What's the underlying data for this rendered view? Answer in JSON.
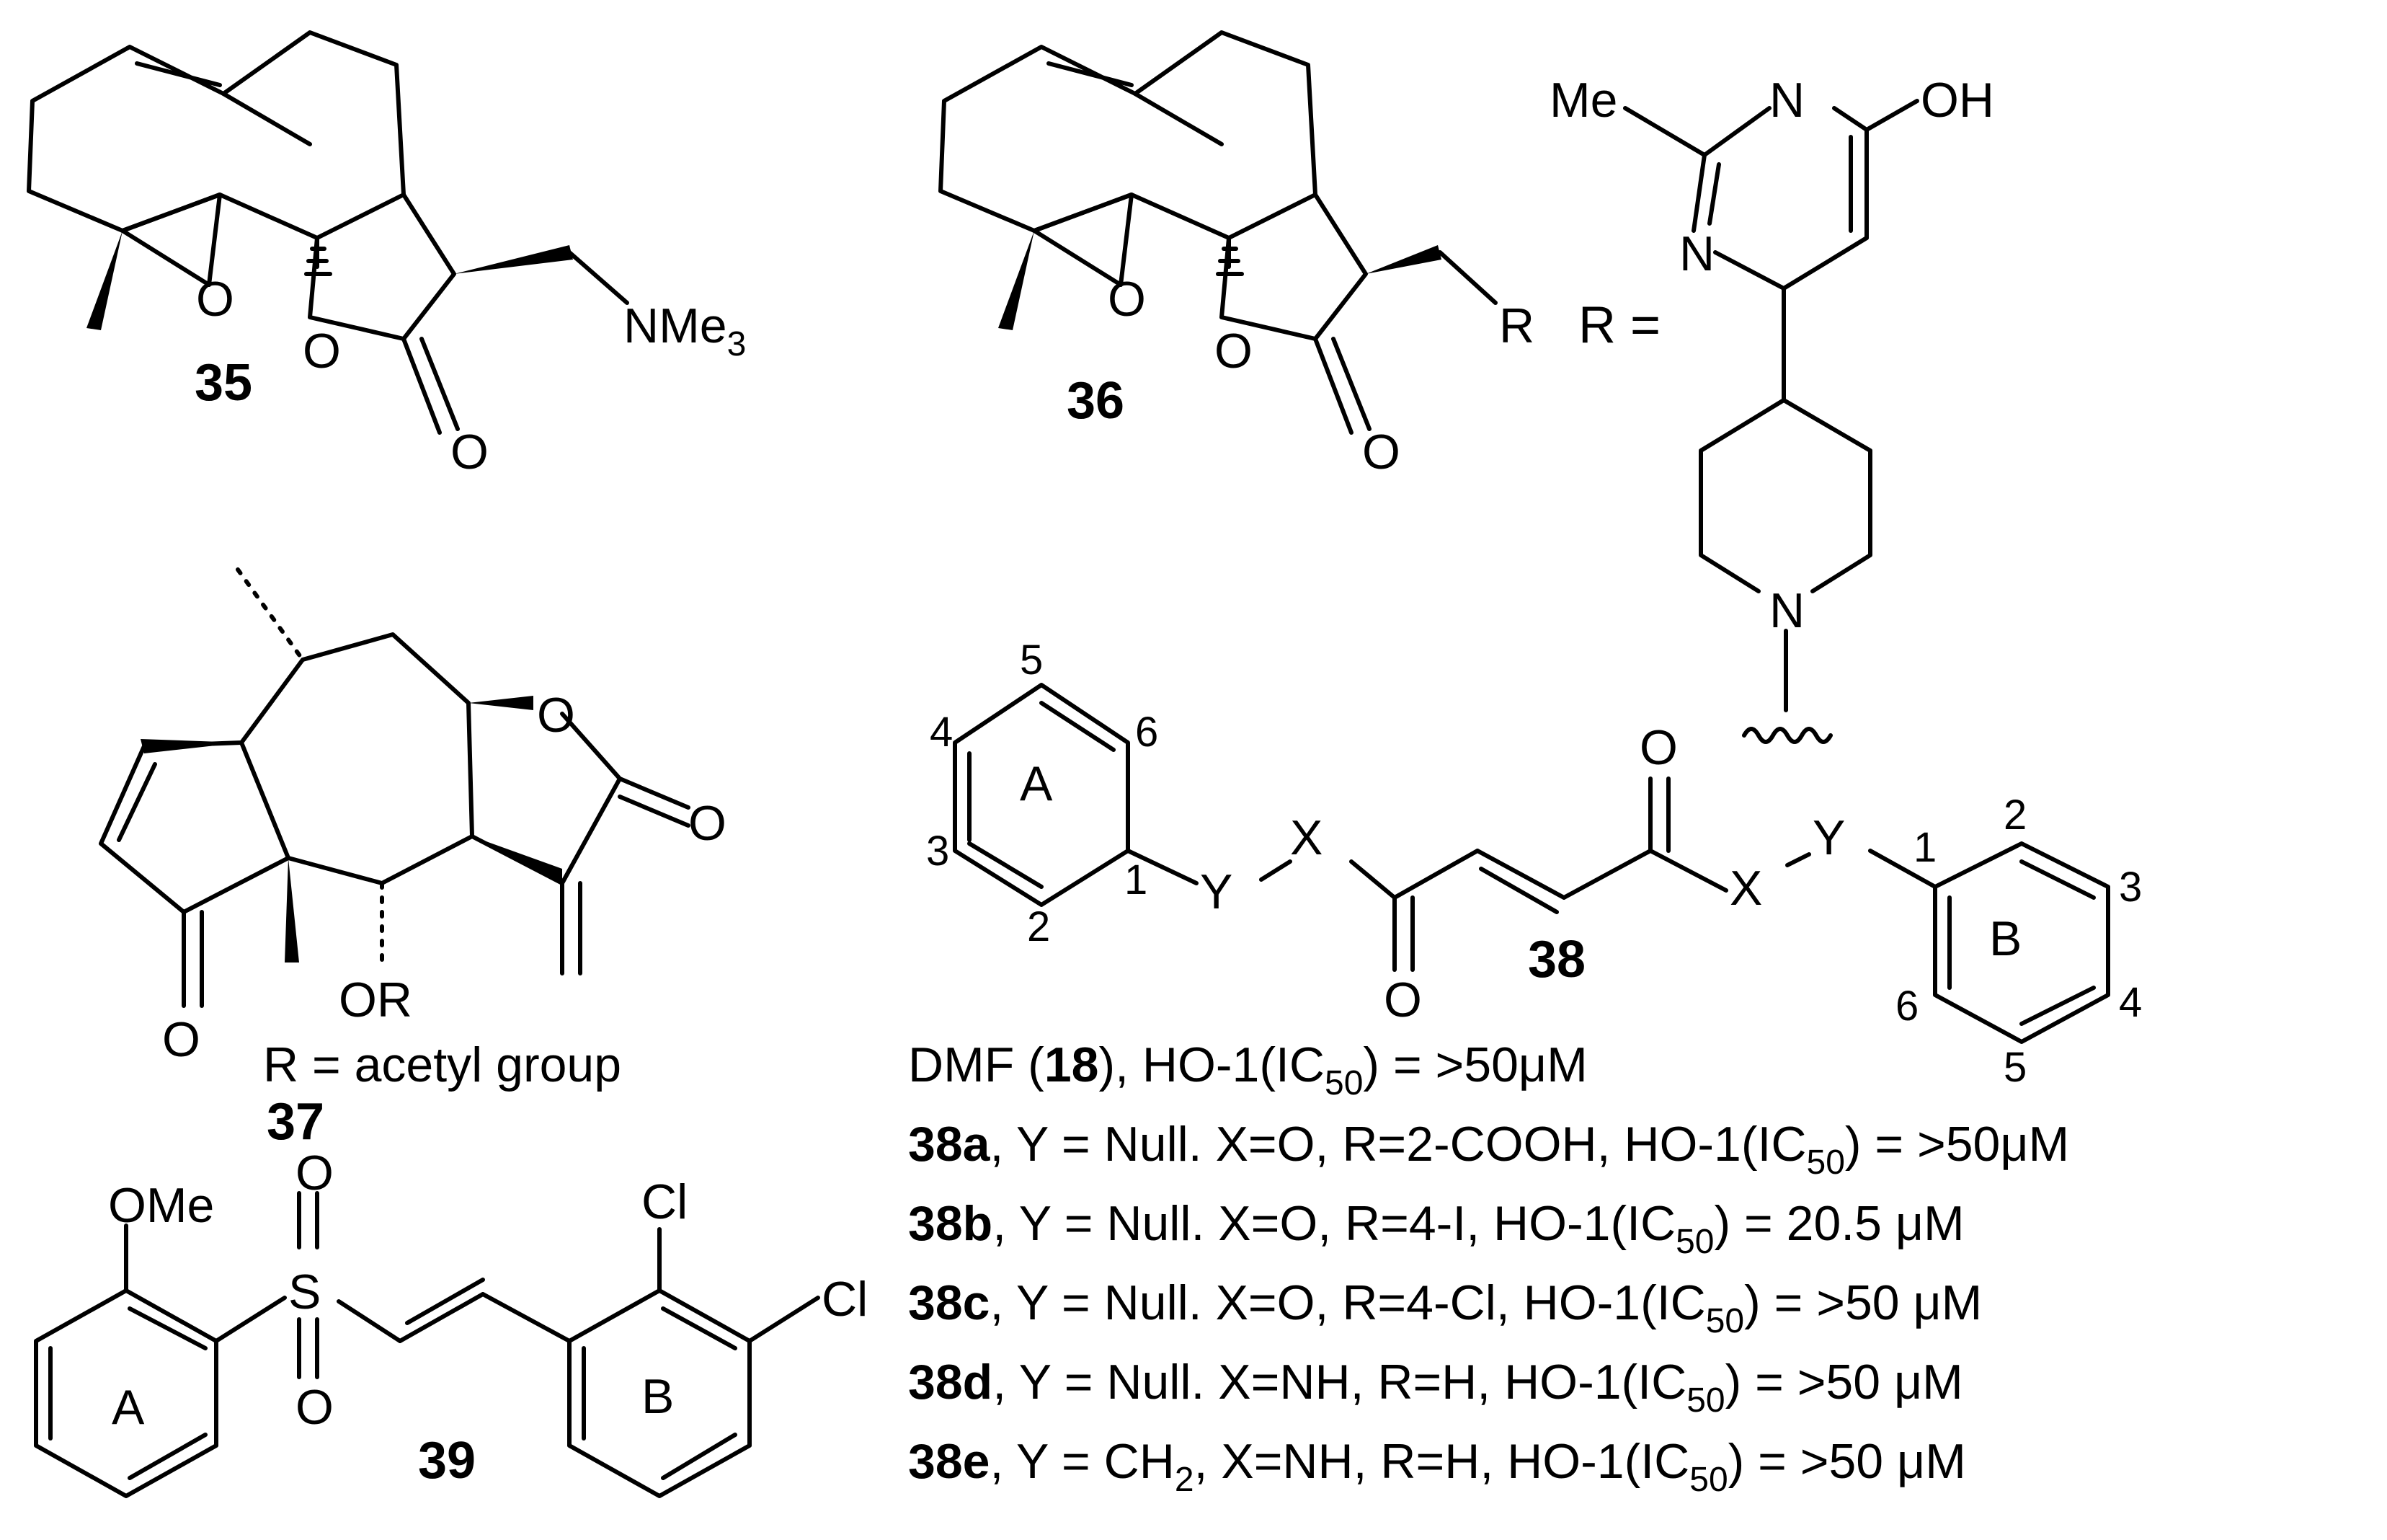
{
  "figure": {
    "compounds": {
      "c35": {
        "id": "35",
        "substituent": "NMe",
        "substituent_sub": "3",
        "atoms": {
          "epoxide_o": "O",
          "lactone_o": "O",
          "carbonyl_o": "O"
        }
      },
      "c36": {
        "id": "36",
        "r_label": "R",
        "r_def_prefix": "R =",
        "atoms": {
          "epoxide_o": "O",
          "lactone_o": "O",
          "carbonyl_o": "O",
          "me": "Me",
          "n_top": "N",
          "oh": "OH",
          "n_left": "N",
          "n_pip": "N"
        }
      },
      "c37": {
        "id": "37",
        "r_note": "R = acetyl group",
        "atoms": {
          "lactone_o": "O",
          "carbonyl_o": "O",
          "ketone_o": "O",
          "or": "OR"
        }
      },
      "c38": {
        "id": "38",
        "ringA": "A",
        "ringB": "B",
        "ringA_locants": {
          "l1": "1",
          "l2": "2",
          "l3": "3",
          "l4": "4",
          "l5": "5",
          "l6": "6"
        },
        "ringB_locants": {
          "l1": "1",
          "l2": "2",
          "l3": "3",
          "l4": "4",
          "l5": "5",
          "l6": "6"
        },
        "atoms": {
          "y1": "Y",
          "x1": "X",
          "o1": "O",
          "o2": "O",
          "x2": "X",
          "y2": "Y"
        }
      },
      "c39": {
        "id": "39",
        "ringA": "A",
        "ringB": "B",
        "atoms": {
          "ome": "OMe",
          "s": "S",
          "o_up": "O",
          "o_down": "O",
          "cl1": "Cl",
          "cl2": "Cl"
        }
      }
    },
    "data_lines": [
      {
        "bold": "",
        "pre": "DMF (",
        "bold_mid": "18",
        "mid": "), HO-1(IC",
        "sub": "50",
        "post": ") = >50μM"
      },
      {
        "bold": "38a",
        "pre": ", Y = Null. X=O, R=2-COOH, HO-1(IC",
        "sub": "50",
        "post": ") = >50μM"
      },
      {
        "bold": "38b",
        "pre": ", Y = Null. X=O, R=4-I, HO-1(IC",
        "sub": "50",
        "post": ") = 20.5 μM"
      },
      {
        "bold": "38c",
        "pre": ", Y = Null. X=O, R=4-Cl, HO-1(IC",
        "sub": "50",
        "post": ") = >50 μM"
      },
      {
        "bold": "38d",
        "pre": ", Y = Null. X=NH, R=H, HO-1(IC",
        "sub": "50",
        "post": ") =  >50 μM"
      },
      {
        "bold": "38e",
        "pre": ", Y = CH",
        "sub2": "2",
        "pre2": ", X=NH, R=H, HO-1(IC",
        "sub": "50",
        "post": ") =  >50 μM"
      }
    ]
  }
}
